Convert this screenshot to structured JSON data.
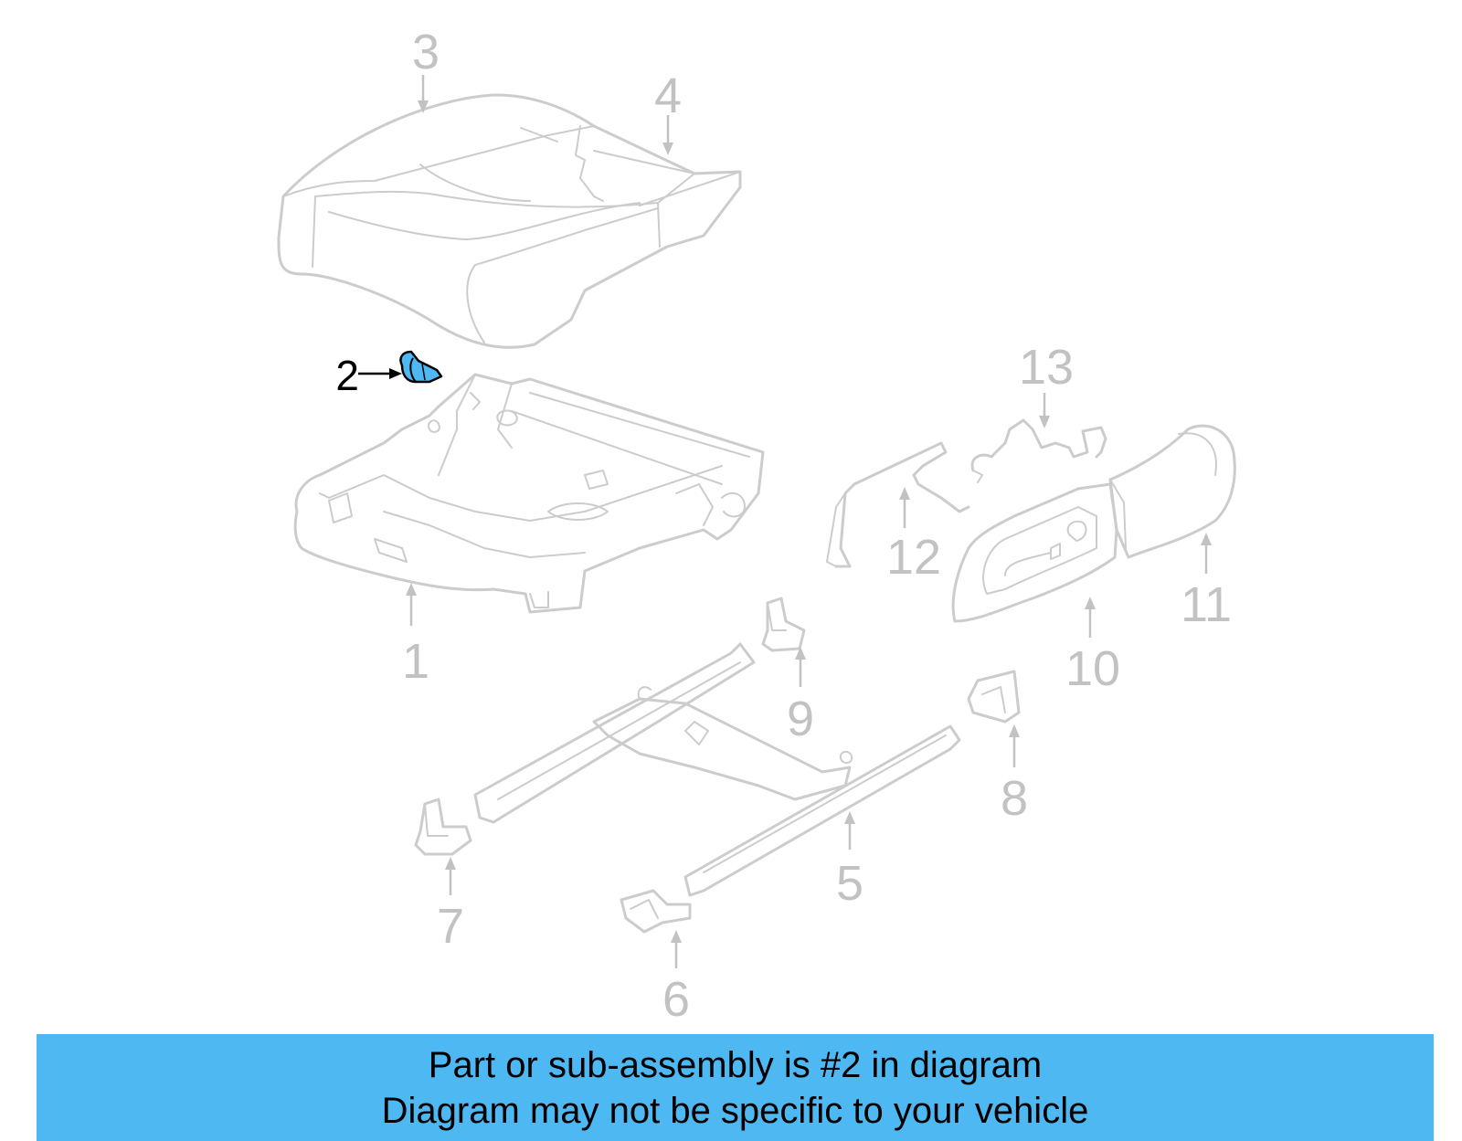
{
  "callouts": [
    {
      "id": "1",
      "label": "1"
    },
    {
      "id": "2",
      "label": "2"
    },
    {
      "id": "3",
      "label": "3"
    },
    {
      "id": "4",
      "label": "4"
    },
    {
      "id": "5",
      "label": "5"
    },
    {
      "id": "6",
      "label": "6"
    },
    {
      "id": "7",
      "label": "7"
    },
    {
      "id": "8",
      "label": "8"
    },
    {
      "id": "9",
      "label": "9"
    },
    {
      "id": "10",
      "label": "10"
    },
    {
      "id": "11",
      "label": "11"
    },
    {
      "id": "12",
      "label": "12"
    },
    {
      "id": "13",
      "label": "13"
    }
  ],
  "highlighted_part": "2",
  "colors": {
    "part_outline": "#cccccc",
    "callout_text": "#c2c2c2",
    "highlight_fill": "#4db8f2",
    "banner_bg": "#4db8f2"
  },
  "banner": {
    "line1": "Part or sub-assembly is #2 in diagram",
    "line2": "Diagram may not be specific to your vehicle"
  }
}
